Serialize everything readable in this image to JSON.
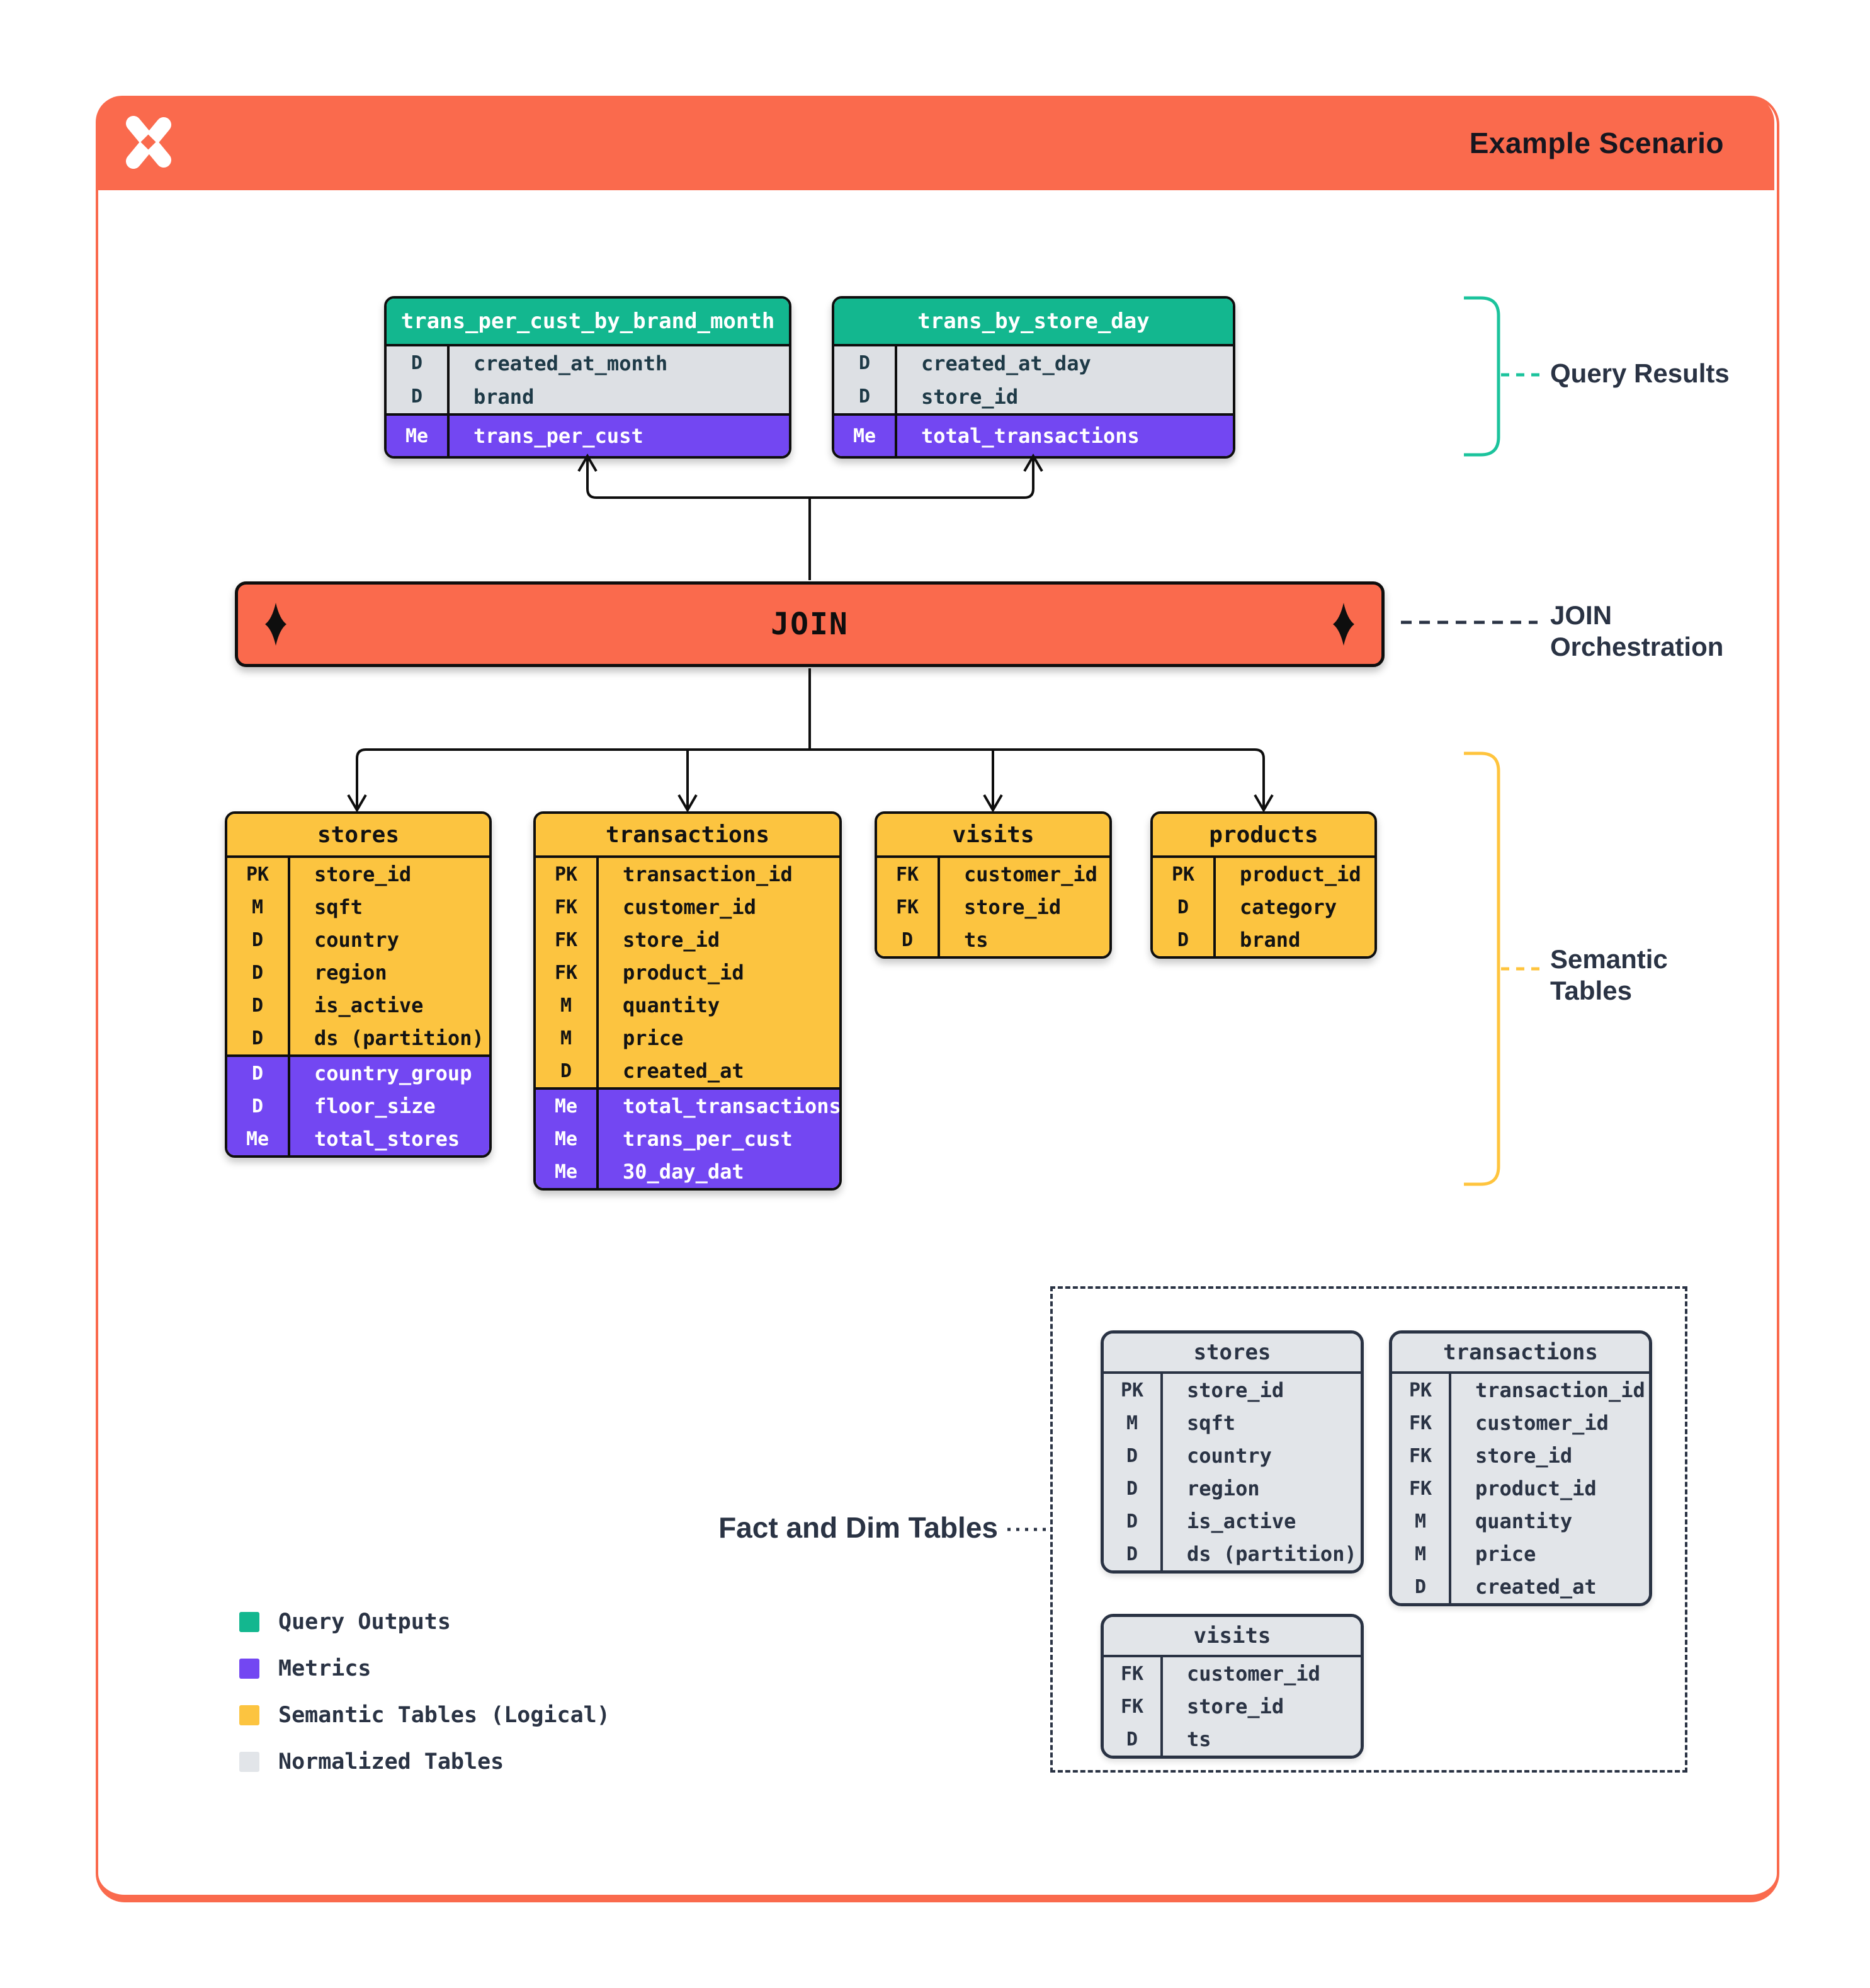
{
  "header": {
    "title": "Example Scenario"
  },
  "join": {
    "label": "JOIN"
  },
  "labels": {
    "query_results": "Query Results",
    "join_orchestration_line1": "JOIN",
    "join_orchestration_line2": "Orchestration",
    "semantic_line1": "Semantic",
    "semantic_line2": "Tables",
    "fact_dim": "Fact and Dim Tables"
  },
  "tables": {
    "query_results": [
      {
        "name": "trans_per_cust_by_brand_month",
        "style": "green",
        "rows": [
          {
            "key": "D",
            "field": "created_at_month",
            "section": "dim"
          },
          {
            "key": "D",
            "field": "brand",
            "section": "dim"
          },
          {
            "key": "Me",
            "field": "trans_per_cust",
            "section": "met"
          }
        ]
      },
      {
        "name": "trans_by_store_day",
        "style": "green",
        "rows": [
          {
            "key": "D",
            "field": "created_at_day",
            "section": "dim"
          },
          {
            "key": "D",
            "field": "store_id",
            "section": "dim"
          },
          {
            "key": "Me",
            "field": "total_transactions",
            "section": "met"
          }
        ]
      }
    ],
    "semantic": [
      {
        "name": "stores",
        "style": "yellow",
        "rows": [
          {
            "key": "PK",
            "field": "store_id",
            "section": "dim"
          },
          {
            "key": "M",
            "field": "sqft",
            "section": "dim"
          },
          {
            "key": "D",
            "field": "country",
            "section": "dim"
          },
          {
            "key": "D",
            "field": "region",
            "section": "dim"
          },
          {
            "key": "D",
            "field": "is_active",
            "section": "dim"
          },
          {
            "key": "D",
            "field": "ds (partition)",
            "section": "dim"
          },
          {
            "key": "D",
            "field": "country_group",
            "section": "met"
          },
          {
            "key": "D",
            "field": "floor_size",
            "section": "met"
          },
          {
            "key": "Me",
            "field": "total_stores",
            "section": "met"
          }
        ]
      },
      {
        "name": "transactions",
        "style": "yellow",
        "rows": [
          {
            "key": "PK",
            "field": "transaction_id",
            "section": "dim"
          },
          {
            "key": "FK",
            "field": "customer_id",
            "section": "dim"
          },
          {
            "key": "FK",
            "field": "store_id",
            "section": "dim"
          },
          {
            "key": "FK",
            "field": "product_id",
            "section": "dim"
          },
          {
            "key": "M",
            "field": "quantity",
            "section": "dim"
          },
          {
            "key": "M",
            "field": "price",
            "section": "dim"
          },
          {
            "key": "D",
            "field": "created_at",
            "section": "dim"
          },
          {
            "key": "Me",
            "field": "total_transactions",
            "section": "met"
          },
          {
            "key": "Me",
            "field": "trans_per_cust",
            "section": "met"
          },
          {
            "key": "Me",
            "field": "30_day_dat",
            "section": "met"
          }
        ]
      },
      {
        "name": "visits",
        "style": "yellow",
        "rows": [
          {
            "key": "FK",
            "field": "customer_id",
            "section": "dim"
          },
          {
            "key": "FK",
            "field": "store_id",
            "section": "dim"
          },
          {
            "key": "D",
            "field": "ts",
            "section": "dim"
          }
        ]
      },
      {
        "name": "products",
        "style": "yellow",
        "rows": [
          {
            "key": "PK",
            "field": "product_id",
            "section": "dim"
          },
          {
            "key": "D",
            "field": "category",
            "section": "dim"
          },
          {
            "key": "D",
            "field": "brand",
            "section": "dim"
          }
        ]
      }
    ],
    "normalized": [
      {
        "name": "stores",
        "style": "gray",
        "rows": [
          {
            "key": "PK",
            "field": "store_id",
            "section": "dim"
          },
          {
            "key": "M",
            "field": "sqft",
            "section": "dim"
          },
          {
            "key": "D",
            "field": "country",
            "section": "dim"
          },
          {
            "key": "D",
            "field": "region",
            "section": "dim"
          },
          {
            "key": "D",
            "field": "is_active",
            "section": "dim"
          },
          {
            "key": "D",
            "field": "ds (partition)",
            "section": "dim"
          }
        ]
      },
      {
        "name": "transactions",
        "style": "gray",
        "rows": [
          {
            "key": "PK",
            "field": "transaction_id",
            "section": "dim"
          },
          {
            "key": "FK",
            "field": "customer_id",
            "section": "dim"
          },
          {
            "key": "FK",
            "field": "store_id",
            "section": "dim"
          },
          {
            "key": "FK",
            "field": "product_id",
            "section": "dim"
          },
          {
            "key": "M",
            "field": "quantity",
            "section": "dim"
          },
          {
            "key": "M",
            "field": "price",
            "section": "dim"
          },
          {
            "key": "D",
            "field": "created_at",
            "section": "dim"
          }
        ]
      },
      {
        "name": "visits",
        "style": "gray",
        "rows": [
          {
            "key": "FK",
            "field": "customer_id",
            "section": "dim"
          },
          {
            "key": "FK",
            "field": "store_id",
            "section": "dim"
          },
          {
            "key": "D",
            "field": "ts",
            "section": "dim"
          }
        ]
      }
    ]
  },
  "legend": [
    {
      "label": "Query Outputs",
      "color": "#13B78F"
    },
    {
      "label": "Metrics",
      "color": "#7347F2"
    },
    {
      "label": "Semantic Tables (Logical)",
      "color": "#FCC440"
    },
    {
      "label": "Normalized Tables",
      "color": "#E2E5E9"
    }
  ],
  "colors": {
    "accent_orange": "#FA6A4D",
    "green": "#13B78F",
    "purple": "#7347F2",
    "yellow": "#FCC440",
    "gray": "#E2E5E9",
    "navy": "#2A3344"
  }
}
